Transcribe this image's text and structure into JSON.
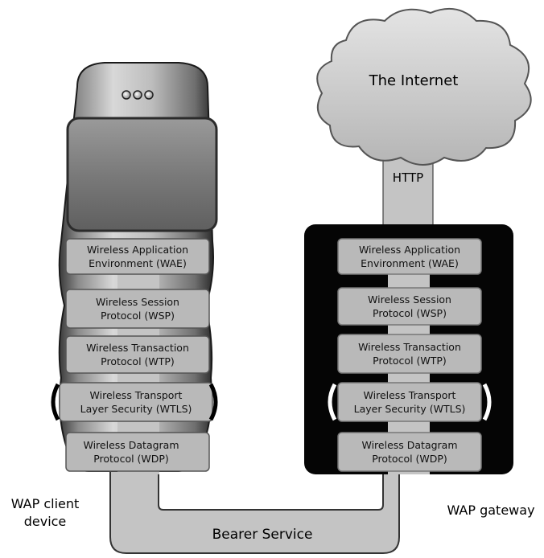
{
  "internet": {
    "label": "The Internet"
  },
  "http_label": "HTTP",
  "bearer_label": "Bearer Service",
  "client": {
    "label_line1": "WAP client",
    "label_line2": "device",
    "layers": [
      {
        "line1": "Wireless Application",
        "line2": "Environment (WAE)"
      },
      {
        "line1": "Wireless Session",
        "line2": "Protocol (WSP)"
      },
      {
        "line1": "Wireless Transaction",
        "line2": "Protocol (WTP)"
      },
      {
        "line1": "Wireless Transport",
        "line2": "Layer Security (WTLS)"
      },
      {
        "line1": "Wireless Datagram",
        "line2": "Protocol (WDP)"
      }
    ]
  },
  "gateway": {
    "label": "WAP gateway",
    "layers": [
      {
        "line1": "Wireless Application",
        "line2": "Environment (WAE)"
      },
      {
        "line1": "Wireless Session",
        "line2": "Protocol (WSP)"
      },
      {
        "line1": "Wireless Transaction",
        "line2": "Protocol (WTP)"
      },
      {
        "line1": "Wireless Transport",
        "line2": "Layer Security (WTLS)"
      },
      {
        "line1": "Wireless Datagram",
        "line2": "Protocol (WDP)"
      }
    ]
  },
  "colors": {
    "pipe": "#c4c4c4",
    "box": "#b9b9b9",
    "gateway_bg": "#050505",
    "cloud": "#cfcfcf"
  }
}
